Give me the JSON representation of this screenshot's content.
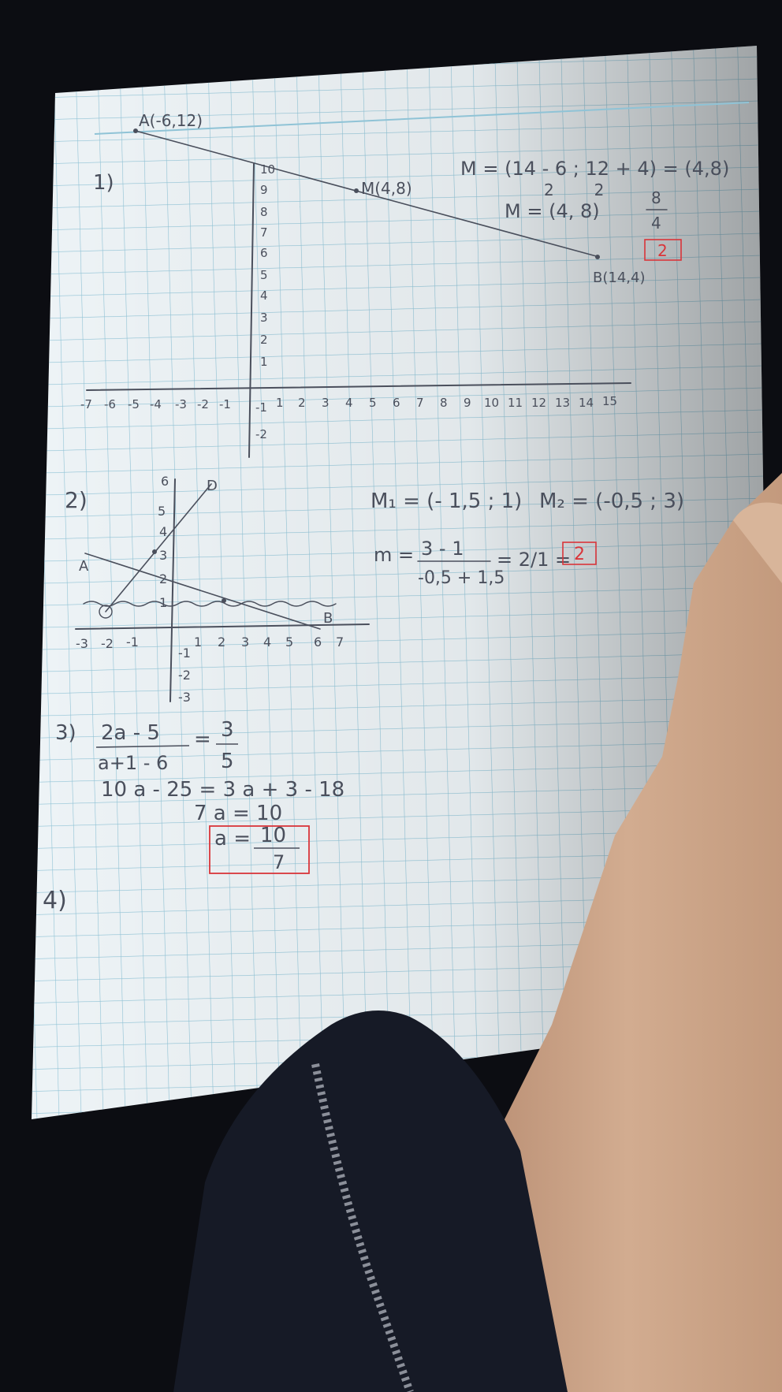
{
  "colors": {
    "grid": "#8fc3d6",
    "ink": "#4a4f5c",
    "red_ink": "#d9353a",
    "paper": "#eef4f7",
    "background": "#0c0d12",
    "sleeve": "#161a26",
    "skin": "#caa489"
  },
  "problem1": {
    "number": "1)",
    "point_a": "A(-6,12)",
    "point_m": "M(4,8)",
    "point_b": "B(14,4)",
    "formula": "M = (14 - 6 ; 12 + 4) = (4,8)",
    "formula_denominators": "2        2",
    "m_result": "M = (4, 8)",
    "fraction_num": "8",
    "fraction_den": "4",
    "boxed_answer": "2",
    "x_ticks": [
      "-7",
      "-6",
      "-5",
      "-4",
      "-3",
      "-2",
      "-1",
      "1",
      "2",
      "3",
      "4",
      "5",
      "6",
      "7",
      "8",
      "9",
      "10",
      "11",
      "12",
      "13",
      "14",
      "15"
    ],
    "y_ticks": [
      "10",
      "9",
      "8",
      "7",
      "6",
      "5",
      "4",
      "3",
      "2",
      "1",
      "-1",
      "-2"
    ]
  },
  "problem2": {
    "number": "2)",
    "label_a": "A",
    "label_b": "B",
    "label_d": "D",
    "m1": "M₁ = (- 1,5 ; 1)",
    "m2": "M₂ = (-0,5 ; 3)",
    "slope_prefix": "m =",
    "slope_num": "3 - 1",
    "slope_den": "-0,5 + 1,5",
    "slope_mid": "= 2/1 =",
    "boxed_answer": "2",
    "x_ticks": [
      "-3",
      "-2",
      "-1",
      "1",
      "2",
      "3",
      "4",
      "5",
      "6",
      "7"
    ],
    "y_ticks": [
      "6",
      "5",
      "4",
      "3",
      "2",
      "1",
      "-1",
      "-2",
      "-3"
    ]
  },
  "problem3": {
    "number": "3)",
    "lhs_num": "2a - 5",
    "lhs_den": "a+1 - 6",
    "rhs_num": "3",
    "rhs_den": "5",
    "line2": "10 a - 25 = 3 a + 3 - 18",
    "line3": "7 a = 10",
    "answer_prefix": "a =",
    "answer_num": "10",
    "answer_den": "7"
  },
  "problem4": {
    "number": "4)"
  }
}
